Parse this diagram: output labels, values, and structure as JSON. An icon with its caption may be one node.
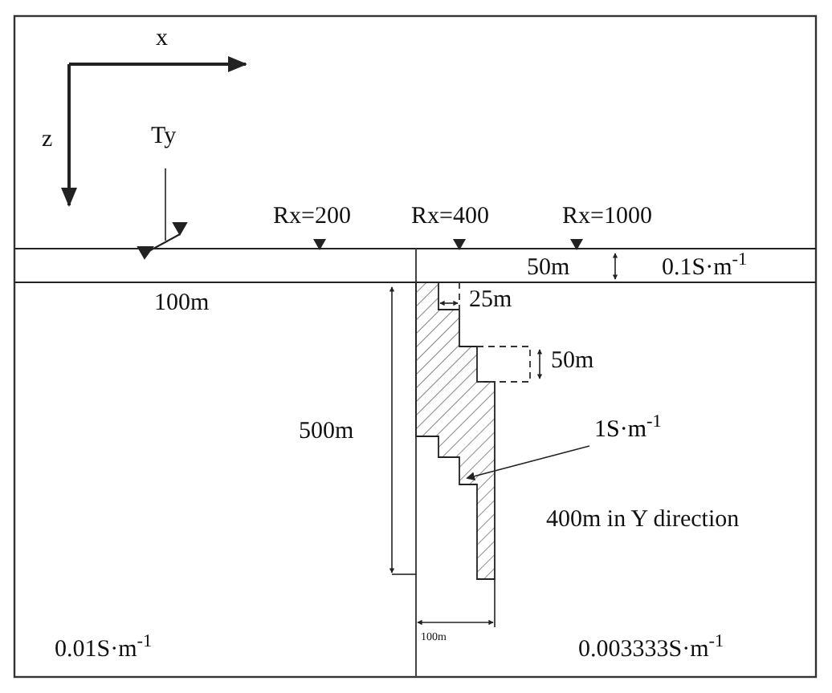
{
  "diagram": {
    "nodes": [
      {
        "text": [
          "1S·m$^{-1}$"
        ]
      },
      {
        "text": [],
        "shape": "box"
      }
    ],
    "edges": [
      {
        "from": 0,
        "to": 1,
        "arrow": "to"
      }
    ],
    "labels": [
      "x",
      "z",
      "Ty",
      "Rx=200",
      "Rx=400",
      "Rx=1000",
      "50m",
      "0.1S·m$^{-1}$",
      "100m",
      "25m",
      "50m",
      "500m",
      "400m in Y direction",
      "100m",
      "0.01S·m$^{-1}$",
      "0.003333S·m$^{-1}$"
    ]
  }
}
